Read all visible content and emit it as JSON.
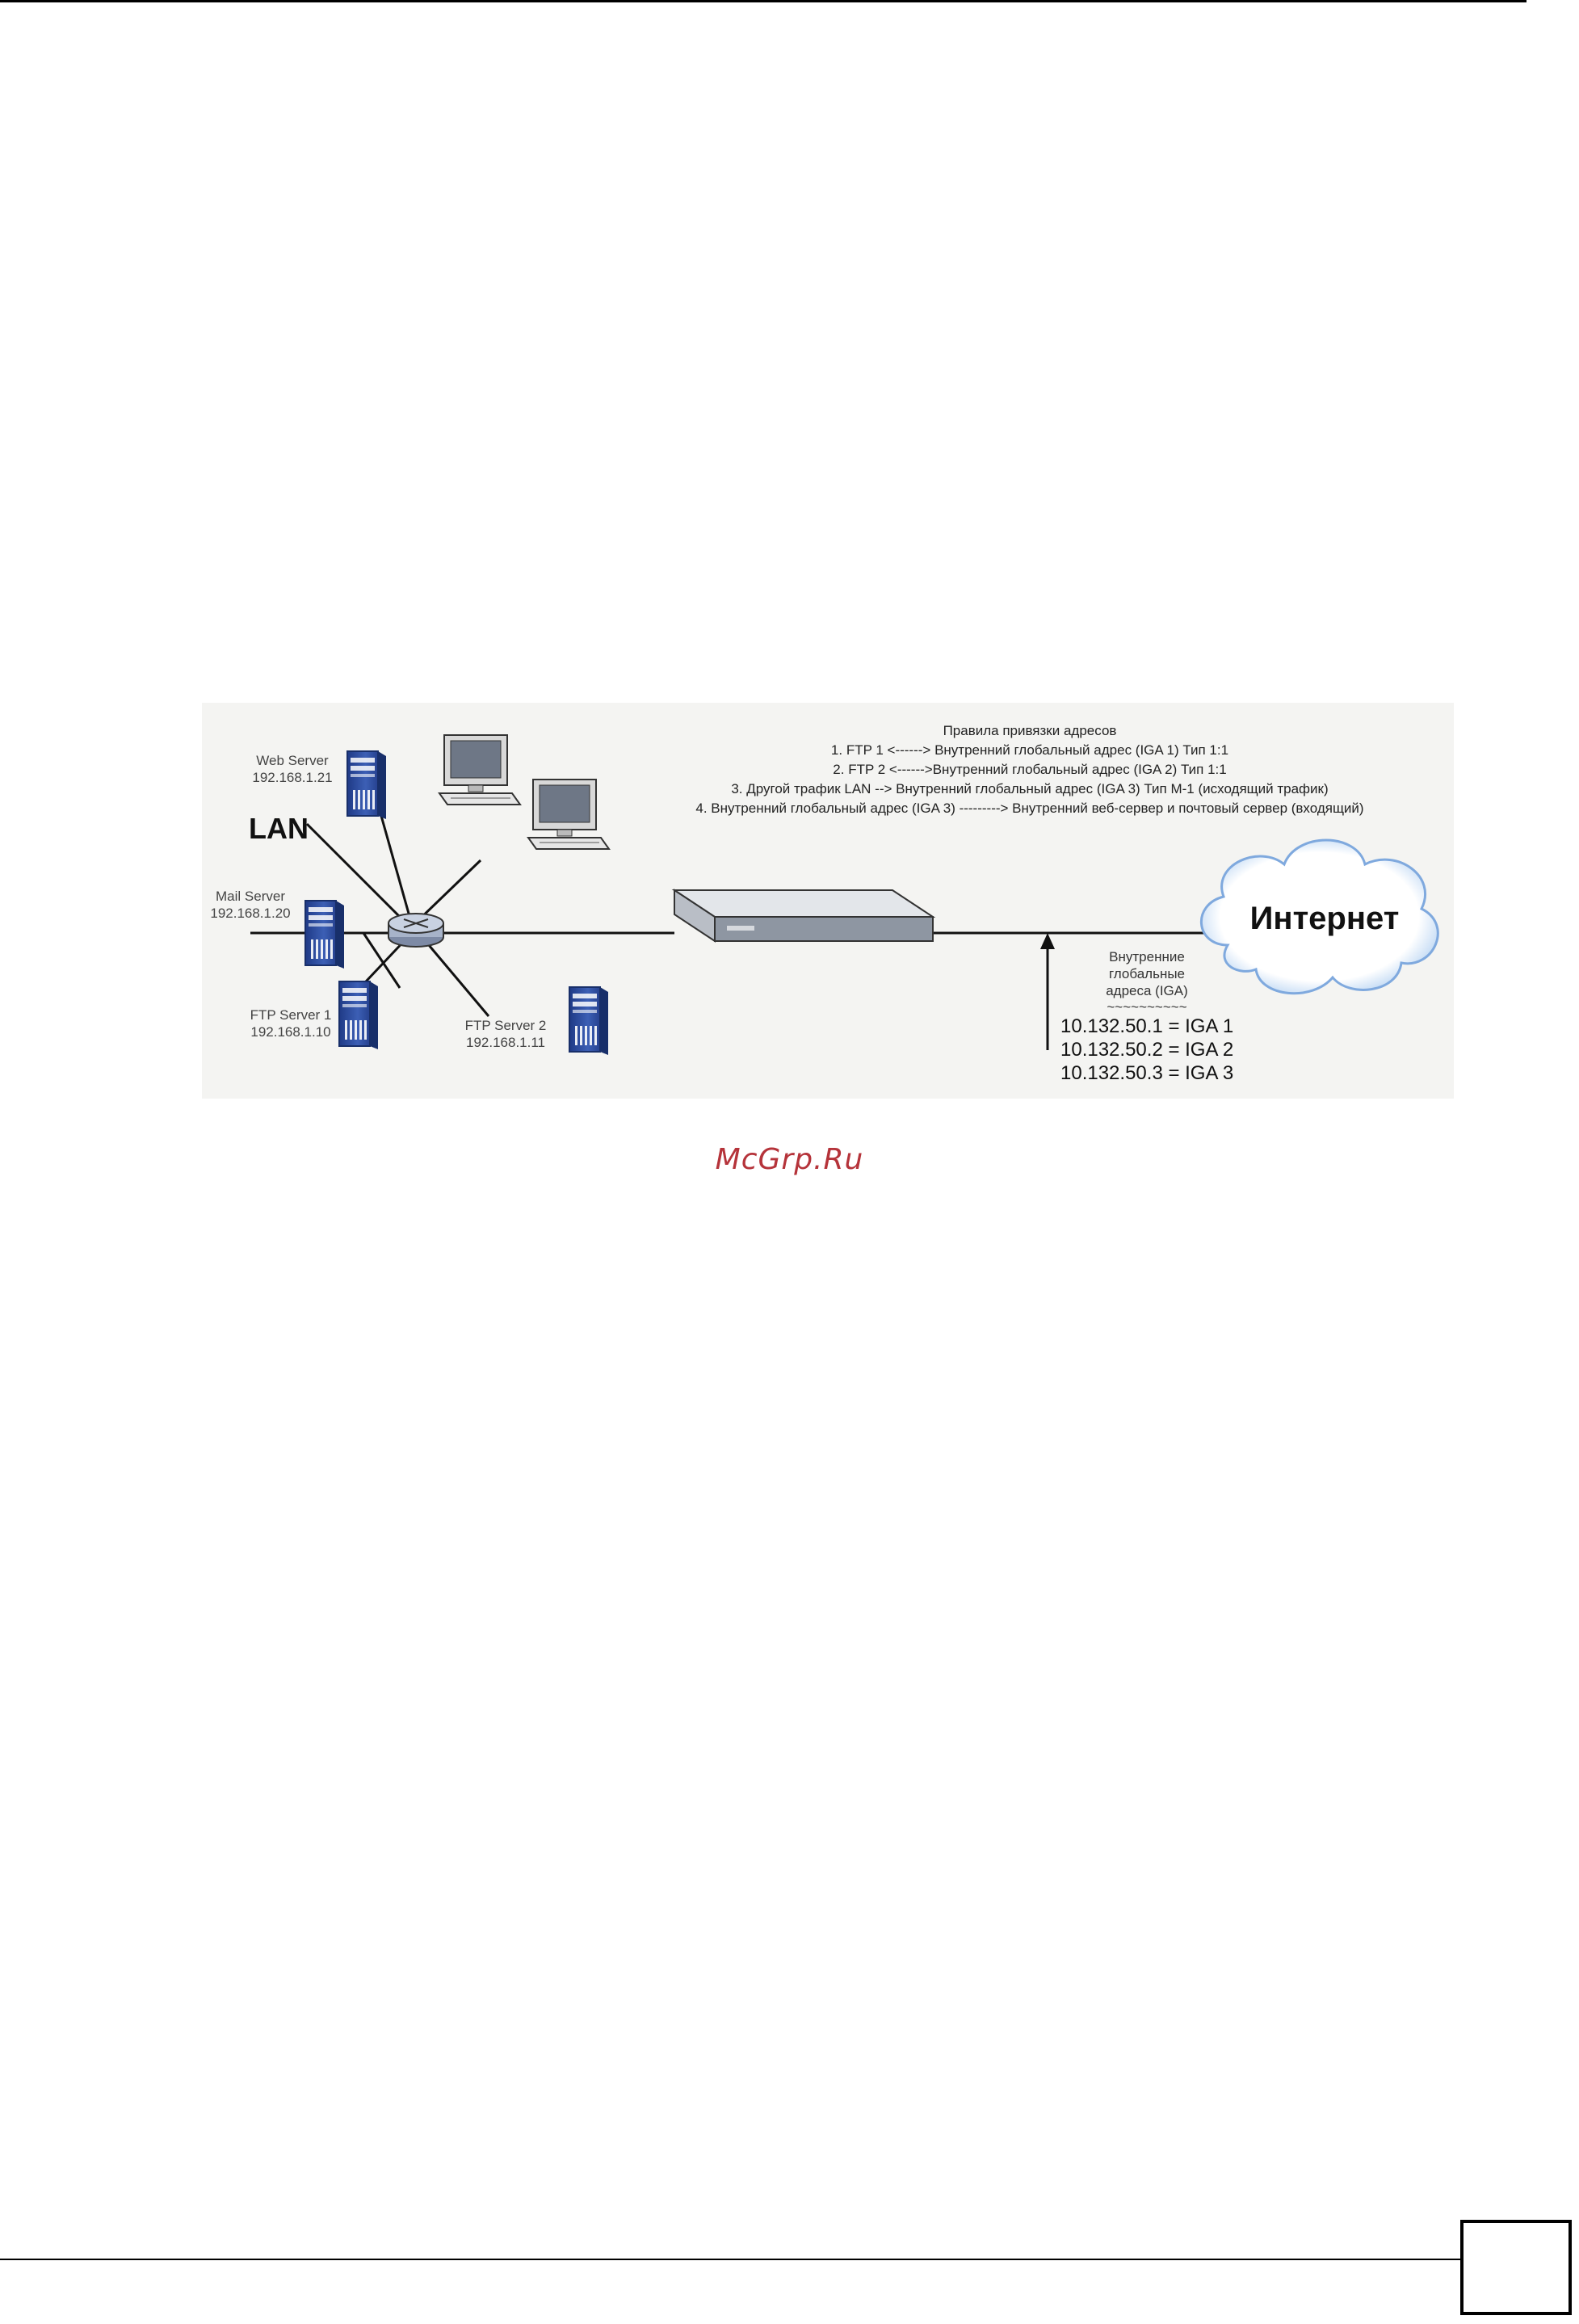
{
  "figure": {
    "rules_title": "Правила привязки адресов",
    "rules": [
      "1. FTP 1 <------> Внутренний глобальный адрес (IGA 1) Тип 1:1",
      "2. FTP 2 <------>Внутренний глобальный адрес (IGA 2) Тип 1:1",
      "3. Другой трафик LAN --> Внутренний глобальный адрес (IGA 3) Тип M-1 (исходящий трафик)",
      "4. Внутренний глобальный адрес (IGA 3) ---------> Внутренний веб-сервер и почтовый сервер (входящий)"
    ],
    "lan_label": "LAN",
    "servers": {
      "web": {
        "name": "Web Server",
        "ip": "192.168.1.21"
      },
      "mail": {
        "name": "Mail Server",
        "ip": "192.168.1.20"
      },
      "ftp1": {
        "name": "FTP Server 1",
        "ip": "192.168.1.10"
      },
      "ftp2": {
        "name": "FTP Server 2",
        "ip": "192.168.1.11"
      }
    },
    "internet_label": "Интернет",
    "iga_caption": [
      "Внутренние",
      "глобальные",
      "адреса (IGA)"
    ],
    "iga_separator": "~~~~~~~~~~",
    "iga_addresses": [
      "10.132.50.1 = IGA 1",
      "10.132.50.2 = IGA 2",
      "10.132.50.3 = IGA 3"
    ]
  },
  "watermark": "McGrp.Ru",
  "colors": {
    "server_blue": "#2f4fa0",
    "monitor_screen": "#6e7786",
    "watermark": "#b5333a",
    "cloud_fill": "#ffffff",
    "cloud_edge": "#8fb8e8"
  }
}
